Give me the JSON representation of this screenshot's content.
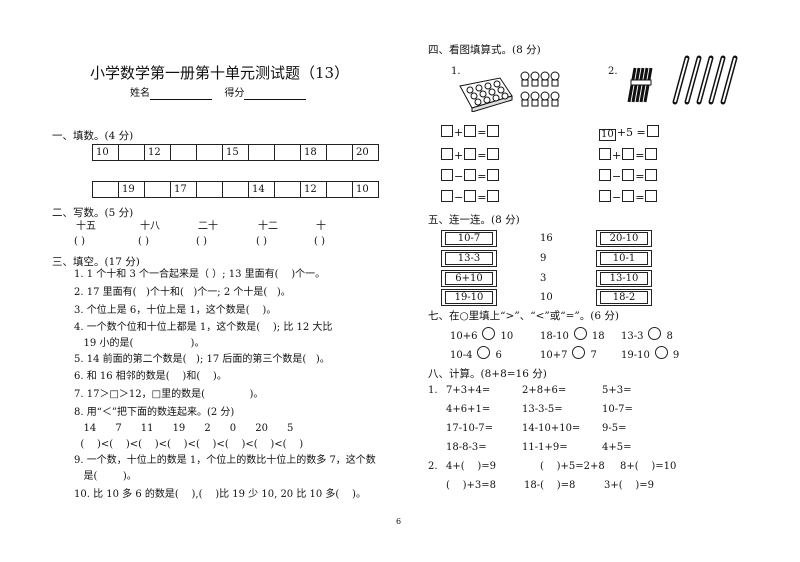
{
  "title": "小学数学第一册第十单元测试题（13）",
  "name_label": "姓名",
  "score_label": "得分",
  "s1": {
    "heading": "一、填数。(4 分)",
    "row1": [
      "10",
      "",
      "12",
      "",
      "",
      "15",
      "",
      "",
      "18",
      "",
      "20"
    ],
    "row2": [
      "",
      "19",
      "",
      "17",
      "",
      "",
      "14",
      "",
      "12",
      "",
      "10"
    ]
  },
  "s2": {
    "heading": "二、写数。(5 分)",
    "words": [
      "十五",
      "十八",
      "二十",
      "十二",
      "十"
    ],
    "blank": "(   )"
  },
  "s3": {
    "heading": "三、填空。(17 分)",
    "lines": [
      "1. 1 个十和 3 个一合起来是（ ）; 13 里面有(    )个一。",
      "2. 17 里面有(   )个十和(   )个一; 2 个十是(   )。",
      "3. 个位上是 6，十位上是 1，这个数是(    )。",
      "4. 一个数个位和十位上都是 1，这个数是(    ); 比 12 大比",
      "   19 小的是(                  )。",
      "5. 14 前面的第二个数是(   ); 17 后面的第三个数是(   )。",
      "6. 和 16 相邻的数是(    )和(    )。",
      "7. 17＞□＞12，□里的数是(              )。",
      "8. 用“＜”把下面的数连起来。(2 分)",
      "   14      7      11      19      2      0      20      5",
      "  (    )<(    )<(    )<(    )<(    )<(    )<(    )<(    )",
      "9. 一个数，十位上的数是 1，个位上的数比十位上的数多 7，这个数",
      "   是(        )。",
      "10. 比 10 多 6 的数是(    ),(    )比 19 少 10, 20 比 10 多(    )。"
    ]
  },
  "s4": {
    "heading": "四、看图填算式。(8 分)",
    "label1": "1.",
    "label2": "2.",
    "left_ops": [
      "+",
      "+",
      "−",
      "−"
    ],
    "right_first_prefix": "10",
    "right_first_op": "+5 =",
    "right_ops": [
      "+",
      "−",
      "−"
    ],
    "eq": "="
  },
  "s5": {
    "heading": "五、连一连。(8 分)",
    "left": [
      "10-7",
      "13-3",
      "6+10",
      "19-10"
    ],
    "mid": [
      "16",
      "9",
      "3",
      "10"
    ],
    "right": [
      "20-10",
      "10-1",
      "13-10",
      "18-2"
    ]
  },
  "s7": {
    "heading": "七、在○里填上“>”、“<”或“=”。(6 分)",
    "row1": [
      [
        "10+6",
        "10"
      ],
      [
        "18-10",
        "18"
      ],
      [
        "13-3",
        "8"
      ]
    ],
    "row2": [
      [
        "10-4",
        "6"
      ],
      [
        "10+7",
        "7"
      ],
      [
        "19-10",
        "9"
      ]
    ]
  },
  "s8": {
    "heading": "八、计算。(8+8=16 分)",
    "p1_label": "1.",
    "p1": [
      [
        "7+3+4=",
        "2+8+6=",
        "5+3="
      ],
      [
        "4+6+1=",
        "13-3-5=",
        "10-7="
      ],
      [
        "17-10-7=",
        "14-10+10=",
        "9-5="
      ],
      [
        "18-8-3=",
        "11-1+9=",
        "4+5="
      ]
    ],
    "p2_label": "2.",
    "p2": [
      [
        "4+(    )=9",
        "(    )+5=2+8",
        "8+(    )=10"
      ],
      [
        "(    )+3=8",
        "18-(    )=8",
        "3+(    )=9"
      ]
    ]
  },
  "page_number": "6"
}
